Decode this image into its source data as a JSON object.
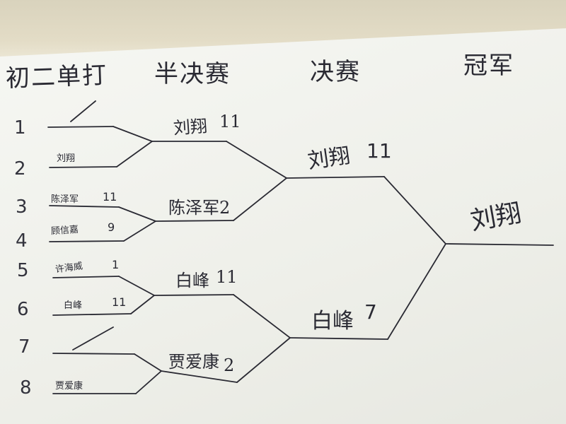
{
  "headers": {
    "round1": "初二单打",
    "semifinal": "半决赛",
    "final": "决赛",
    "champion": "冠军"
  },
  "seeds": [
    "1",
    "2",
    "3",
    "4",
    "5",
    "6",
    "7",
    "8"
  ],
  "round1_players": [
    {
      "name": "刘翔"
    },
    {
      "name": "陈泽军",
      "score": "11"
    },
    {
      "name": "顾信嘉",
      "score": "9"
    },
    {
      "name": "许海威",
      "score": "1"
    },
    {
      "name": "白峰",
      "score": "11"
    },
    {
      "name": "贾爱康"
    }
  ],
  "semifinal_players": [
    {
      "name": "刘翔",
      "score": "11"
    },
    {
      "name": "陈泽军",
      "score": "2"
    },
    {
      "name": "白峰",
      "score": "11"
    },
    {
      "name": "贾爱康",
      "score": "2"
    }
  ],
  "final_players": [
    {
      "name": "刘翔",
      "score": "11"
    },
    {
      "name": "白峰",
      "score": "7"
    }
  ],
  "champion": {
    "name": "刘翔"
  },
  "colors": {
    "ink": "#2a2a33",
    "paper": "#f2f3ee",
    "wall": "#ddd6c0"
  }
}
